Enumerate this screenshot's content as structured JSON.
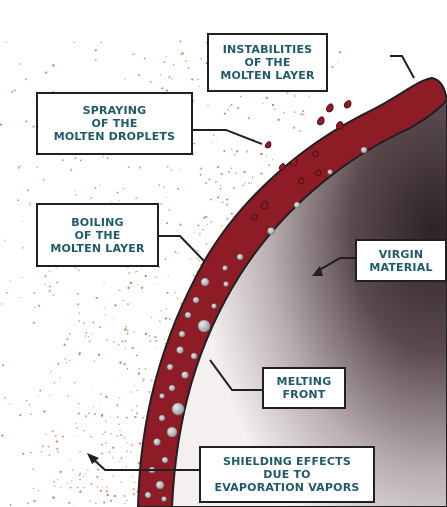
{
  "labels": {
    "instabilities": [
      "INSTABILITIES",
      "OF THE",
      "MOLTEN LAYER"
    ],
    "spraying": [
      "SPRAYING",
      "OF THE",
      "MOLTEN DROPLETS"
    ],
    "boiling": [
      "BOILING",
      "OF THE",
      "MOLTEN LAYER"
    ],
    "virgin": [
      "VIRGIN",
      "MATERIAL"
    ],
    "melting": [
      "MELTING",
      "FRONT"
    ],
    "shielding": [
      "SHIELDING EFFECTS",
      "DUE TO",
      "EVAPORATION VAPORS"
    ]
  },
  "colors": {
    "label_text": "#1f5a6b",
    "molten_layer": "#8e1c26",
    "virgin_material_dark": "#2e2326",
    "virgin_material_light": "#f4f0f0",
    "vapor_dots": "#c96a3c",
    "outline": "#1e2024"
  }
}
